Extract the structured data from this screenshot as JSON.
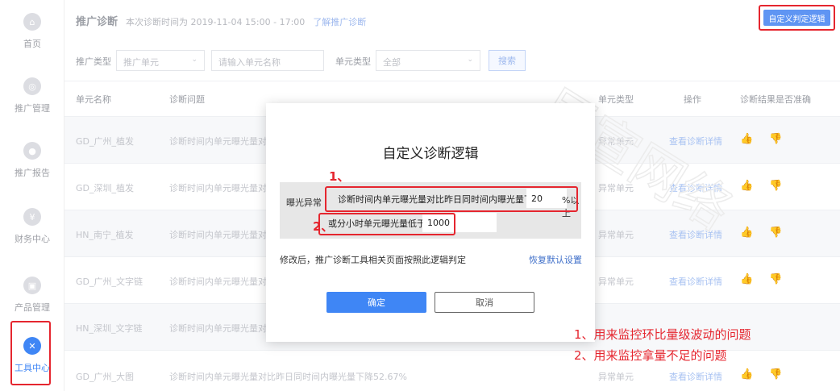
{
  "sidebar": {
    "items": [
      {
        "label": "首页",
        "icon": "home-icon",
        "glyph": "⌂"
      },
      {
        "label": "推广管理",
        "icon": "promo-icon",
        "glyph": "◎"
      },
      {
        "label": "推广报告",
        "icon": "report-icon",
        "glyph": "●"
      },
      {
        "label": "财务中心",
        "icon": "finance-icon",
        "glyph": "¥"
      },
      {
        "label": "产品管理",
        "icon": "product-icon",
        "glyph": "▣"
      },
      {
        "label": "工具中心",
        "icon": "tools-icon",
        "glyph": "✕",
        "active": true
      }
    ]
  },
  "header": {
    "title": "推广诊断",
    "subtitle": "本次诊断时间为 2019-11-04 15:00 - 17:00",
    "link": "了解推广诊断",
    "custom_logic_button": "自定义判定逻辑"
  },
  "filters": {
    "promo_type_label": "推广类型",
    "promo_type_value": "推广单元",
    "name_placeholder": "请输入单元名称",
    "unit_type_label": "单元类型",
    "unit_type_value": "全部",
    "search_button": "搜索"
  },
  "table": {
    "headers": [
      "单元名称",
      "诊断问题",
      "单元类型",
      "操作",
      "诊断结果是否准确"
    ],
    "rows": [
      {
        "name": "GD_广州_植发",
        "issue": "诊断时间内单元曝光量对比",
        "type": "异常单元",
        "action": "查看诊断详情"
      },
      {
        "name": "GD_深圳_植发",
        "issue": "诊断时间内单元曝光量对比",
        "type": "异常单元",
        "action": "查看诊断详情"
      },
      {
        "name": "HN_南宁_植发",
        "issue": "诊断时间内单元曝光量对比",
        "type": "异常单元",
        "action": "查看诊断详情"
      },
      {
        "name": "GD_广州_文字链",
        "issue": "诊断时间内单元曝光量对比",
        "type": "异常单元",
        "action": "查看诊断详情"
      },
      {
        "name": "HN_深圳_文字链",
        "issue": "诊断时间内单元曝光量对比",
        "type": "",
        "action": ""
      },
      {
        "name": "GD_广州_大图",
        "issue": "诊断时间内单元曝光量对比昨日同时间内曝光量下降52.67%",
        "type": "异常单元",
        "action": "查看诊断详情"
      }
    ],
    "thumbs": "👍 👎"
  },
  "watermark": "巨宣网络",
  "modal": {
    "title": "自定义诊断逻辑",
    "row1_label": "曝光异常",
    "row1_text": "诊断时间内单元曝光量对比昨日同时间内曝光量下降",
    "row1_value": "20",
    "row1_unit": "%以上",
    "row2_text": "或分小时单元曝光量低于",
    "row2_value": "1000",
    "note": "修改后，推广诊断工具相关页面按照此逻辑判定",
    "reset": "恢复默认设置",
    "ok": "确定",
    "cancel": "取消",
    "marker1": "1、",
    "marker2": "2、"
  },
  "annotations": [
    "1、用来监控环比量级波动的问题",
    "2、用来监控拿量不足的问题"
  ],
  "colors": {
    "accent": "#3f86f5",
    "annotation_red": "#e5262f"
  }
}
